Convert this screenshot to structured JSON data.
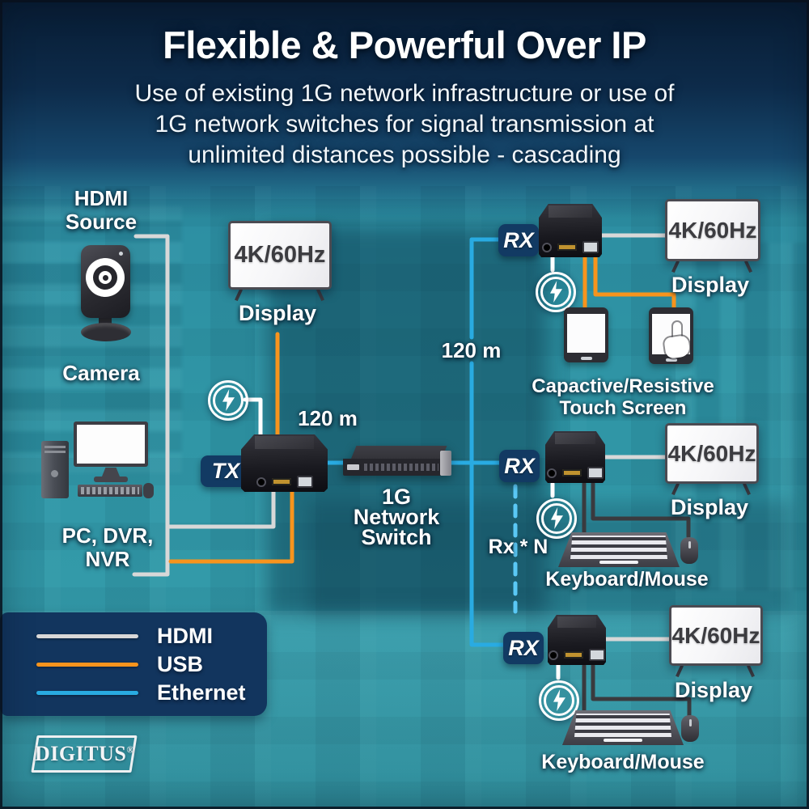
{
  "header": {
    "title": "Flexible & Powerful Over IP",
    "subtitle_line1": "Use of existing 1G network infrastructure or use of",
    "subtitle_line2": "1G network switches for signal transmission at",
    "subtitle_line3": "unlimited distances possible - cascading"
  },
  "source_side": {
    "hdmi_source_line1": "HDMI",
    "hdmi_source_line2": "Source",
    "camera_label": "Camera",
    "pc_label_line1": "PC, DVR,",
    "pc_label_line2": "NVR",
    "tx_badge": "TX",
    "display_resolution": "4K/60Hz",
    "display_label": "Display",
    "distance_label": "120 m"
  },
  "network": {
    "switch_label_line1": "1G Network",
    "switch_label_line2": "Switch",
    "trunk_distance_label": "120 m"
  },
  "receiver_side": {
    "rx_badge": "RX",
    "rx_multiplier_label": "Rx * N",
    "display_resolution": "4K/60Hz",
    "display_label": "Display",
    "touch_label_line1": "Capactive/Resistive",
    "touch_label_line2": "Touch Screen",
    "keyboard_mouse_label": "Keyboard/Mouse"
  },
  "legend": {
    "items": [
      {
        "label": "HDMI",
        "color": "#d8d8d8"
      },
      {
        "label": "USB",
        "color": "#f7941d"
      },
      {
        "label": "Ethernet",
        "color": "#29abe2"
      }
    ]
  },
  "brand": {
    "name": "DIGITUS",
    "registered": "®"
  },
  "icons": {
    "power": "lightning-bolt-circle",
    "touch": "hand-pointer"
  },
  "colors": {
    "hdmi_line": "#d8d8d8",
    "usb_line": "#f7941d",
    "ethernet_line": "#29abe2",
    "ethernet_dashed": "#5ac8f5",
    "power_line": "#ffffff",
    "cable_dark": "#3a3a3e",
    "badge_navy": "#123a63",
    "legend_navy": "#12355e"
  }
}
